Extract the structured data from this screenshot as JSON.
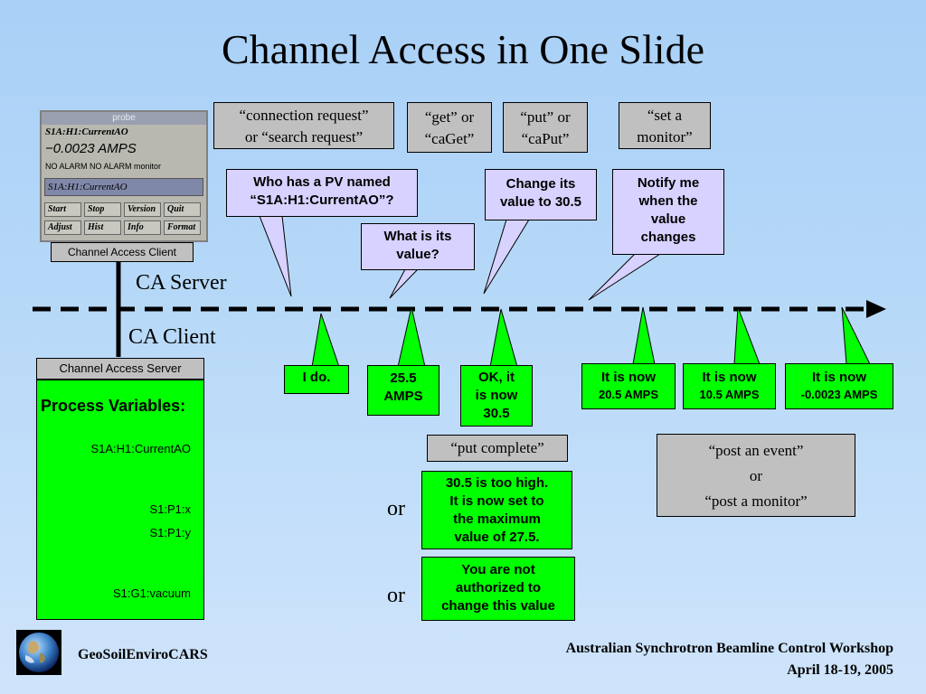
{
  "title": "Channel Access in One Slide",
  "probe": {
    "window_title": "probe",
    "pv_name": "S1A:H1:CurrentAO",
    "value": "−0.0023 AMPS",
    "status": "NO ALARM  NO ALARM  monitor",
    "input_value": "S1A:H1:CurrentAO",
    "buttons": [
      "Start",
      "Stop",
      "Version",
      "Quit",
      "Adjust",
      "Hist",
      "Info",
      "Format"
    ]
  },
  "client_label": "Channel Access Client",
  "server_box": {
    "header": "Channel Access Server",
    "pv_heading": "Process Variables:",
    "pvs": [
      "S1A:H1:CurrentAO",
      "S1:P1:x",
      "S1:P1:y",
      "S1:G1:vacuum"
    ]
  },
  "ca_server_label": "CA Server",
  "ca_client_label": "CA Client",
  "requests": {
    "connection": [
      "“connection request”",
      "or “search request”"
    ],
    "get": [
      "“get” or",
      "“caGet”"
    ],
    "put": [
      "“put” or",
      "“caPut”"
    ],
    "monitor": [
      "“set a",
      "monitor”"
    ]
  },
  "callouts": {
    "who": [
      "Who has a PV named",
      "“S1A:H1:CurrentAO”?"
    ],
    "what": [
      "What is its",
      "value?"
    ],
    "change": [
      "Change its",
      "value to 30.5"
    ],
    "notify": [
      "Notify me",
      "when the",
      "value",
      "changes"
    ]
  },
  "replies": {
    "ido": "I do.",
    "amps": [
      "25.5",
      "AMPS"
    ],
    "ok": [
      "OK, it",
      "is now",
      "30.5"
    ],
    "now1": [
      "It is now",
      "20.5 AMPS"
    ],
    "now2": [
      "It is now",
      "10.5 AMPS"
    ],
    "now3": [
      "It is now",
      "-0.0023 AMPS"
    ]
  },
  "put_complete": "“put complete”",
  "or1": "or",
  "or2": "or",
  "too_high": [
    "30.5 is too high.",
    "It is now set to",
    "the maximum",
    "value of 27.5."
  ],
  "not_auth": [
    "You are not",
    "authorized to",
    "change this value"
  ],
  "post_event": [
    "“post an event”",
    "or",
    "“post a monitor”"
  ],
  "footer": {
    "org": "GeoSoilEnviroCARS",
    "event": "Australian Synchrotron Beamline Control Workshop",
    "date": "April 18-19, 2005"
  },
  "colors": {
    "green": "#00ff00",
    "callout": "#d7d2ff",
    "gray": "#c0c0c0"
  }
}
